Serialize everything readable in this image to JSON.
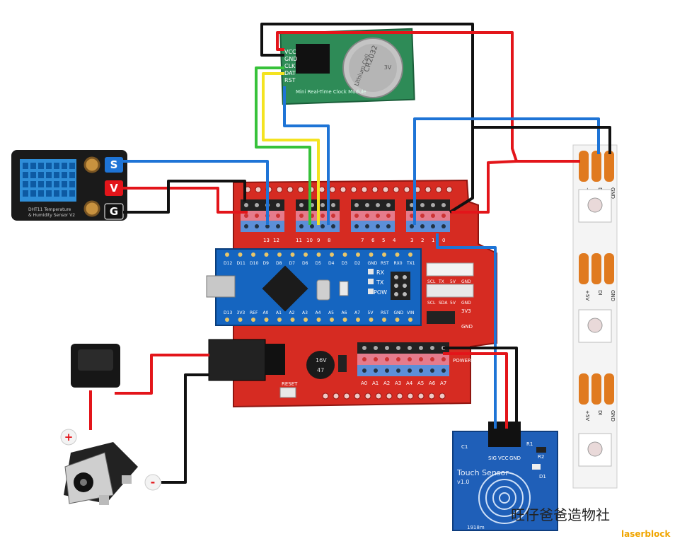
{
  "rtc": {
    "pins": [
      "VCC",
      "GND",
      "CLK",
      "DAT",
      "RST"
    ],
    "battery_lines": [
      "CR2032",
      "Lithium Cell",
      "3V"
    ],
    "module_caption": "Mini Real-Time Clock Module"
  },
  "dht11": {
    "pin_s": "S",
    "pin_v": "V",
    "pin_g": "G",
    "caption_line1": "DHT11 Temperature",
    "caption_line2": "& Humidity Sensor V2"
  },
  "shield": {
    "digital_labels": [
      "13",
      "12",
      "11",
      "10",
      "9",
      "8",
      "7",
      "6",
      "5",
      "4",
      "3",
      "2",
      "1",
      "0"
    ],
    "analog_labels": [
      "A0",
      "A1",
      "A2",
      "A3",
      "A4",
      "A5",
      "A6",
      "A7"
    ],
    "nano_top_labels": [
      "D12",
      "D11",
      "D10",
      "D9",
      "D8",
      "D7",
      "D6",
      "D5",
      "D4",
      "D3",
      "D2",
      "GND",
      "RST",
      "RX0",
      "TX1"
    ],
    "nano_bottom_labels": [
      "D13",
      "3V3",
      "REF",
      "A0",
      "A1",
      "A2",
      "A3",
      "A4",
      "A5",
      "A6",
      "A7",
      "5V",
      "RST",
      "GND",
      "VIN"
    ],
    "led_labels": [
      "RX",
      "TX",
      "POW"
    ],
    "uart_labels": [
      "SCL",
      "TX",
      "5V",
      "GND"
    ],
    "i2c_labels": [
      "SCL",
      "SDA",
      "5V",
      "GND"
    ],
    "v33_label": "3V3",
    "gnd_label": "GND",
    "power_label": "POWER",
    "reset_label": "RESET",
    "cap_lines": [
      "16V",
      "47"
    ]
  },
  "touch": {
    "title": "Touch Sensor",
    "version": "v1.0",
    "pins": [
      "SIG",
      "VCC",
      "GND"
    ],
    "code": "1918m",
    "parts": [
      "C1",
      "R1",
      "R2",
      "D1"
    ]
  },
  "led_strip": {
    "labels": [
      "GND",
      "DI",
      "+5V"
    ]
  },
  "power": {
    "plus": "+",
    "minus": "-"
  },
  "watermark": "旺仔爸爸造物社",
  "brand": "laserblock",
  "colors": {
    "wire_red": "#e3151a",
    "wire_black": "#111111",
    "wire_blue": "#1e74d6",
    "wire_green": "#37c23a",
    "wire_yellow": "#f4e321",
    "shield_red": "#d62b22",
    "nano_blue": "#1565c0",
    "rtc_green": "#2e8b57",
    "dht_blue": "#2f8ed8",
    "touch_blue": "#1f5fb8",
    "strip_orange": "#e07a1f"
  }
}
